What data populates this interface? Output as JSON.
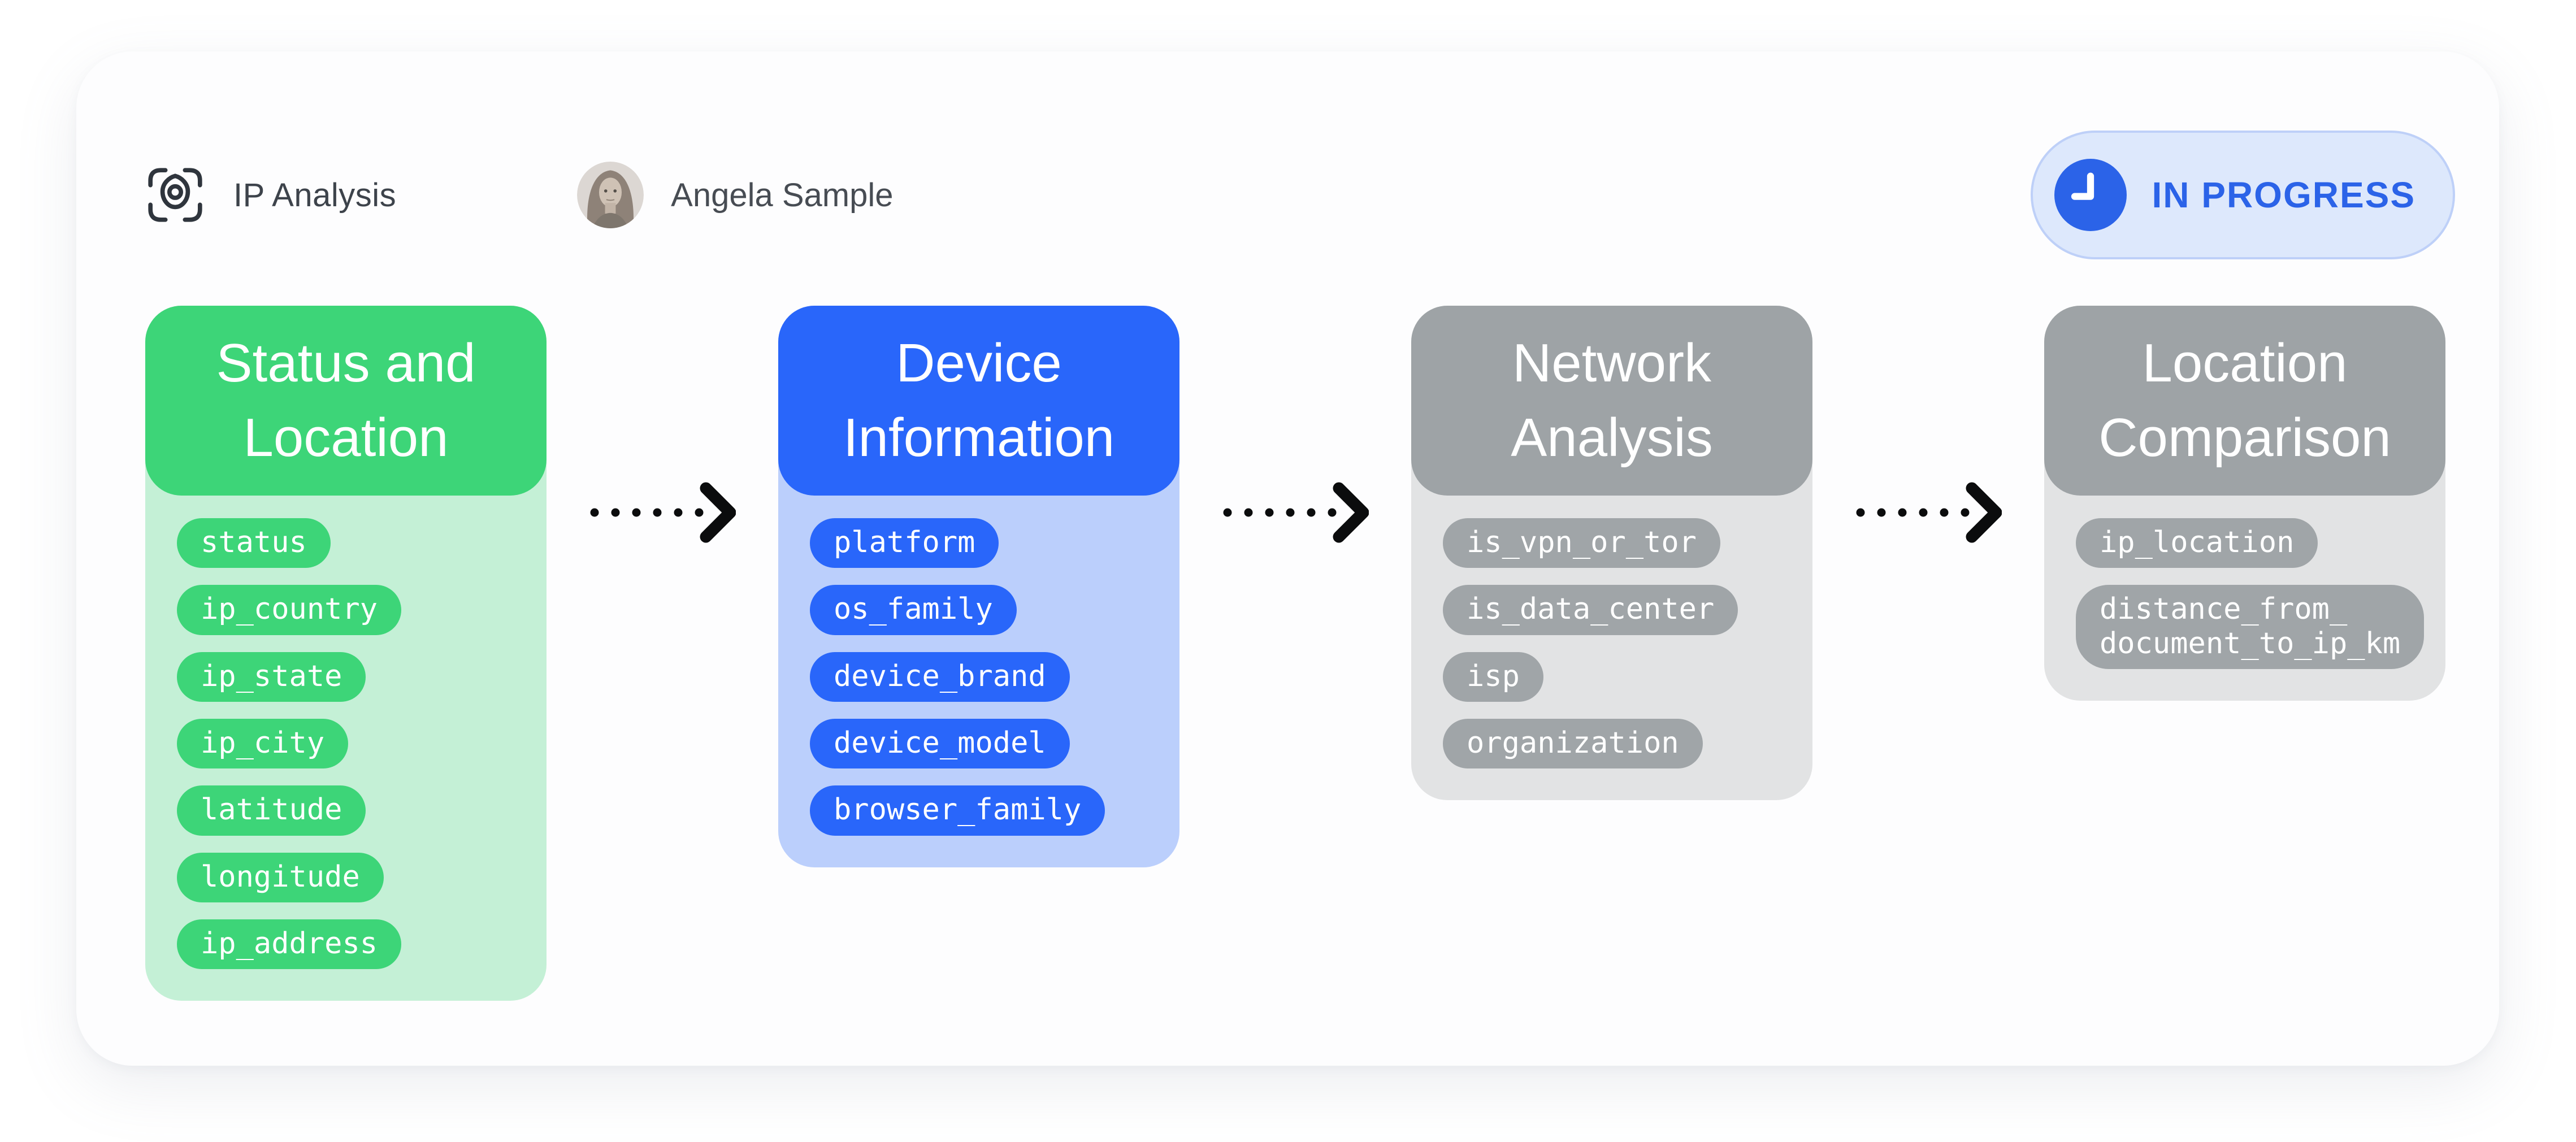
{
  "header": {
    "app": {
      "label": "IP Analysis",
      "icon": "location-scan-icon"
    },
    "user": {
      "name": "Angela Sample",
      "avatar": "woman-portrait-photo"
    },
    "status": {
      "label": "IN PROGRESS",
      "icon": "clock-icon"
    }
  },
  "colors": {
    "stage_green": "#3dd578",
    "stage_green_light": "#c4f0d6",
    "stage_blue": "#2966fa",
    "stage_blue_light": "#bbcffc",
    "stage_gray": "#9ea3a6",
    "stage_gray_light": "#e2e3e4",
    "badge_bg": "#dde8fc",
    "badge_border": "#bed0f8",
    "badge_text": "#2b63e8",
    "arrow": "#0b0c0d",
    "card_bg": "#fdfdfe"
  },
  "pipeline": {
    "connector": "dotted-arrow-right",
    "stages": [
      {
        "title": "Status and Location",
        "scheme": "green",
        "fields": [
          "status",
          "ip_country",
          "ip_state",
          "ip_city",
          "latitude",
          "longitude",
          "ip_address"
        ]
      },
      {
        "title": "Device Information",
        "scheme": "blue",
        "fields": [
          "platform",
          "os_family",
          "device_brand",
          "device_model",
          "browser_family"
        ]
      },
      {
        "title": "Network Analysis",
        "scheme": "gray",
        "fields": [
          "is_vpn_or_tor",
          "is_data_center",
          "isp",
          "organization"
        ]
      },
      {
        "title": "Location Comparison",
        "scheme": "gray",
        "fields": [
          "ip_location",
          "distance_from_\ndocument_to_ip_km"
        ]
      }
    ]
  }
}
